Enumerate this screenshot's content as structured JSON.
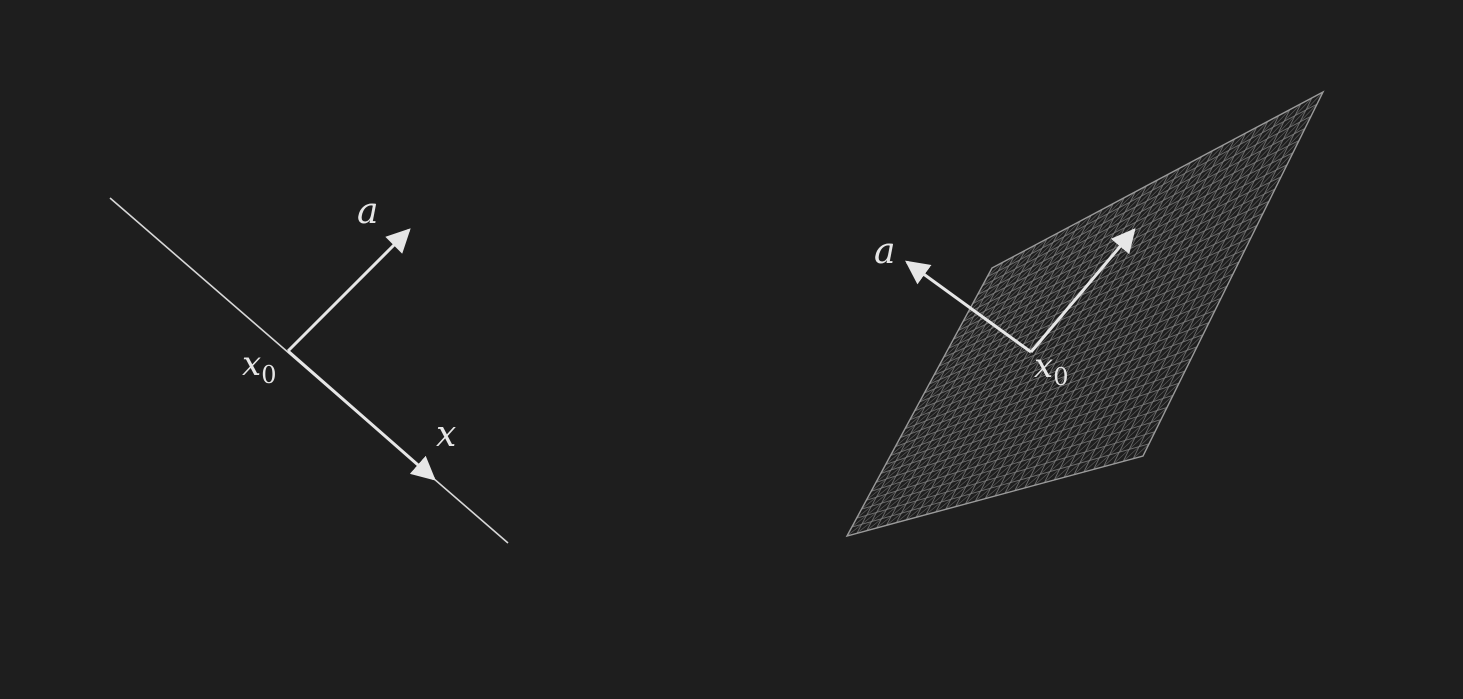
{
  "colors": {
    "background": "#1e1e1e",
    "line": "#d8d8d8",
    "arrow": "#e6e6e6",
    "grid": "#8a8a8a",
    "text": "#e6e6e6"
  },
  "left_diagram": {
    "normal_label": "a",
    "point_label": "x",
    "point_subscript": "0",
    "direction_label": "x"
  },
  "right_diagram": {
    "normal_label": "a",
    "point_label": "x",
    "point_subscript": "0"
  }
}
